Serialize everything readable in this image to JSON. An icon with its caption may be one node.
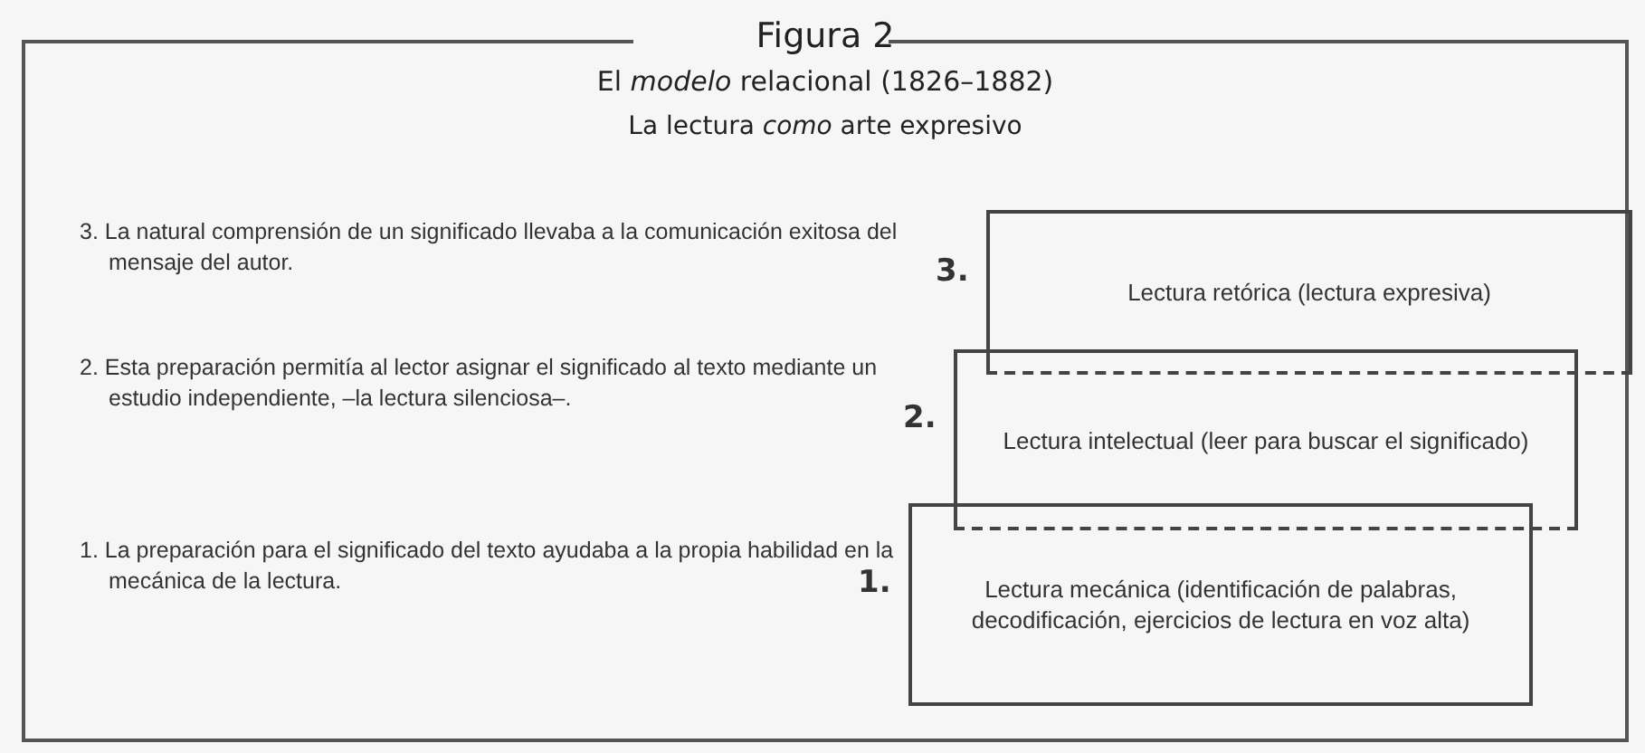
{
  "diagram": {
    "nodes": [
      {
        "text": [
          "Figura 2",
          "El *modelo* relacional (1826–1882)",
          "La lectura *como* arte expresivo"
        ]
      },
      {
        "text": [
          "Lectura retórica (lectura expresiva)"
        ],
        "in": 0,
        "beside": [
          "3."
        ]
      },
      {
        "text": [
          "Lectura intelectual (leer para buscar el significado)"
        ],
        "in": 0,
        "beside": [
          "2."
        ]
      },
      {
        "text": [
          "Lectura mecánica (identificación de palabras, decodificación, ejercicios de lectura en voz alta)"
        ],
        "in": 0,
        "beside": [
          "1."
        ]
      }
    ],
    "edges": [],
    "labels": [
      "3. La natural comprensión de un significado llevaba a la comunicación exitosa del mensaje del autor.",
      "2. Esta preparación permitía al lector asignar el significado al texto mediante un estudio independiente, –la lectura silenciosa–.",
      "1. La preparación para el significado del texto ayudaba a la propia habilidad en la mecánica de la lectura."
    ]
  }
}
